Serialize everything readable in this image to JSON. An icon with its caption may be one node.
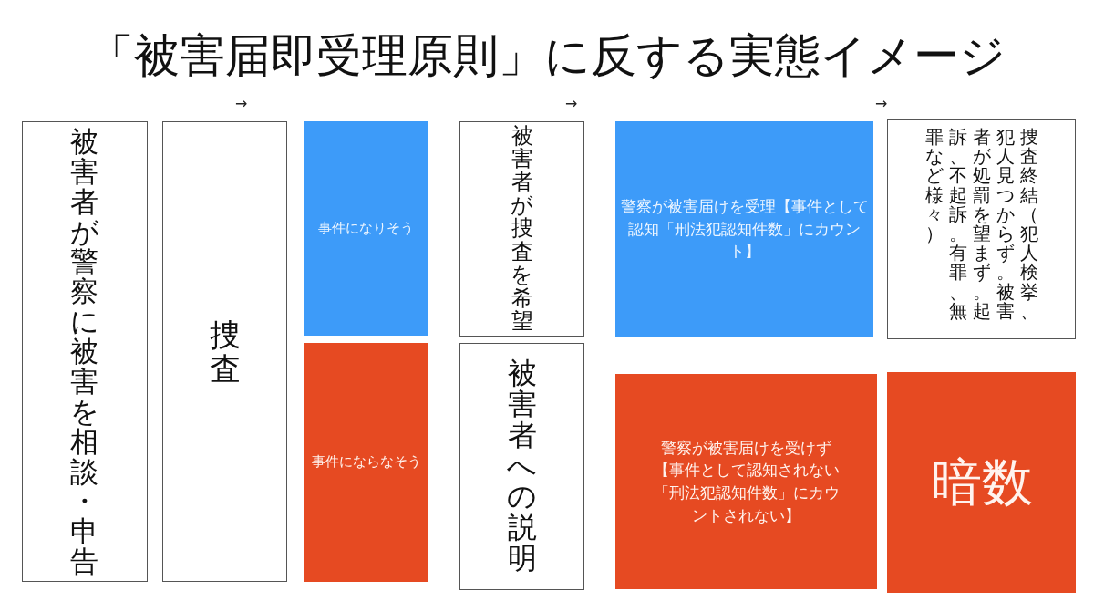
{
  "diagram": {
    "title": "「被害届即受理原則」に反する実態イメージ",
    "nodes": [
      {
        "text": [
          "被害者が警察に被害を相談・申告"
        ]
      },
      {
        "text": [
          "捜査"
        ]
      },
      {
        "text": [
          "事件になりそう"
        ]
      },
      {
        "text": [
          "事件にならなそう"
        ]
      },
      {
        "text": [
          "被害者が捜査を希望"
        ]
      },
      {
        "text": [
          "被害者への説明"
        ]
      },
      {
        "text": [
          "警察が被害届けを受理【事件として認知「刑法犯認知件数」にカウント】"
        ]
      },
      {
        "text": [
          "警察が被害届けを受けず【事件として認知されない「刑法犯認知件数」にカウントされない】"
        ]
      },
      {
        "text": [
          "捜査終結（犯人検挙、",
          "犯人見つからず。被害",
          "者が処罰を望まず。起",
          "訴、不起訴。有罪、無",
          "罪など様々）"
        ]
      },
      {
        "text": [
          "暗数"
        ]
      }
    ],
    "labels": [
      "→",
      "→",
      "→"
    ]
  }
}
